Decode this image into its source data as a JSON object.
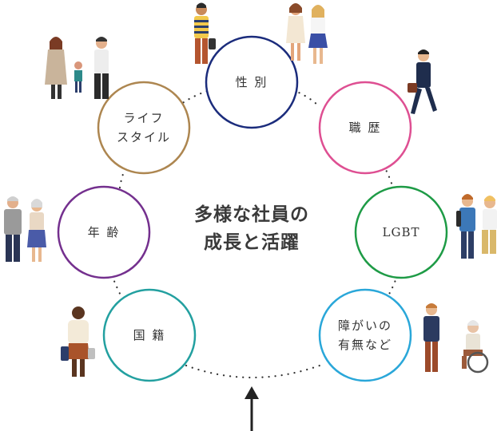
{
  "center": {
    "title": "多様な社員の\n成長と活躍"
  },
  "nodes": [
    {
      "id": "gender",
      "label": "性 別",
      "color": "#1b2c7c"
    },
    {
      "id": "career",
      "label": "職 歴",
      "color": "#de4f92"
    },
    {
      "id": "lgbt",
      "label": "LGBT",
      "color": "#1e9b46"
    },
    {
      "id": "disability",
      "label": "障がいの\n有無など",
      "color": "#2aa7d9"
    },
    {
      "id": "nationality",
      "label": "国 籍",
      "color": "#23a0a0"
    },
    {
      "id": "age",
      "label": "年 齢",
      "color": "#74308e"
    },
    {
      "id": "lifestyle",
      "label": "ライフ\nスタイル",
      "color": "#ad8650"
    }
  ],
  "people_icons": [
    "man-striped-shirt-icon",
    "two-women-talking-icon",
    "family-with-child-icon",
    "businessman-walking-icon",
    "couple-with-backpacks-icon",
    "elderly-couple-icon",
    "woman-with-bags-icon",
    "wheelchair-conversation-icon"
  ],
  "colors": {
    "dots": "#333333",
    "arrow": "#222222"
  }
}
